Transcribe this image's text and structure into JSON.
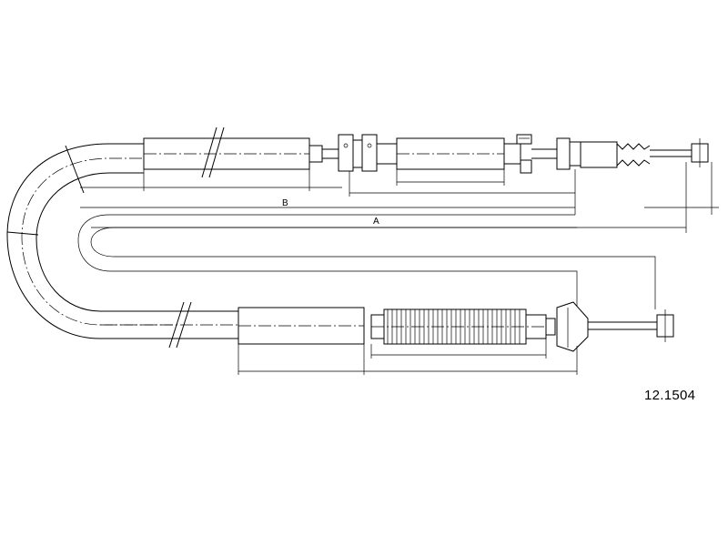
{
  "part_number": "12.1504",
  "dimension_labels": {
    "a": "A",
    "b": "B"
  }
}
